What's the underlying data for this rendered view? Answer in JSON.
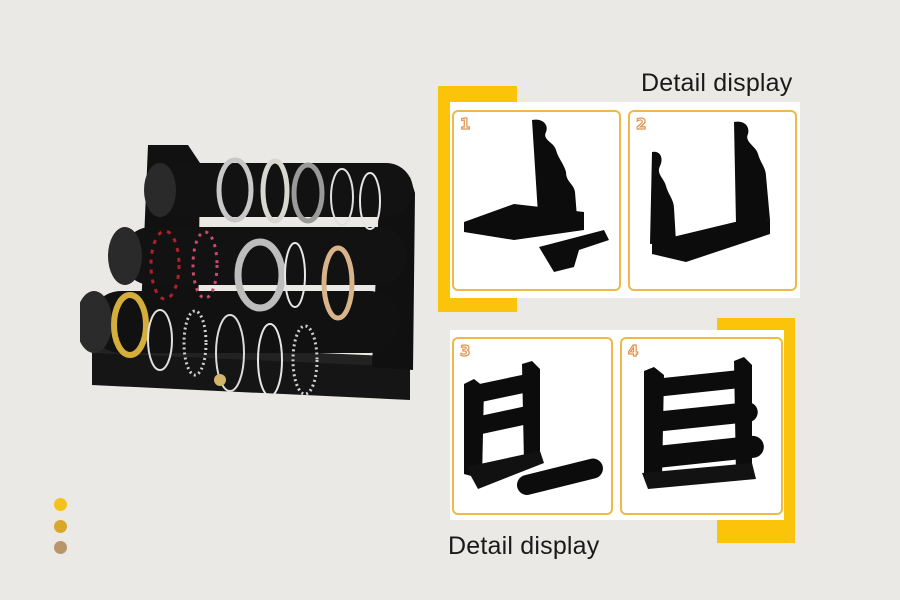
{
  "captions": {
    "top": "Detail display",
    "bottom": "Detail display"
  },
  "steps": [
    {
      "number": "1"
    },
    {
      "number": "2"
    },
    {
      "number": "3"
    },
    {
      "number": "4"
    }
  ],
  "colors": {
    "background": "#ebe9e6",
    "accent": "#fcc30b",
    "card_border": "#f0b84a",
    "step_number": "#e5924a",
    "velvet": "#0c0c0c"
  },
  "decor_dots": [
    "#f3c31b",
    "#d9a72a",
    "#b8956a"
  ]
}
